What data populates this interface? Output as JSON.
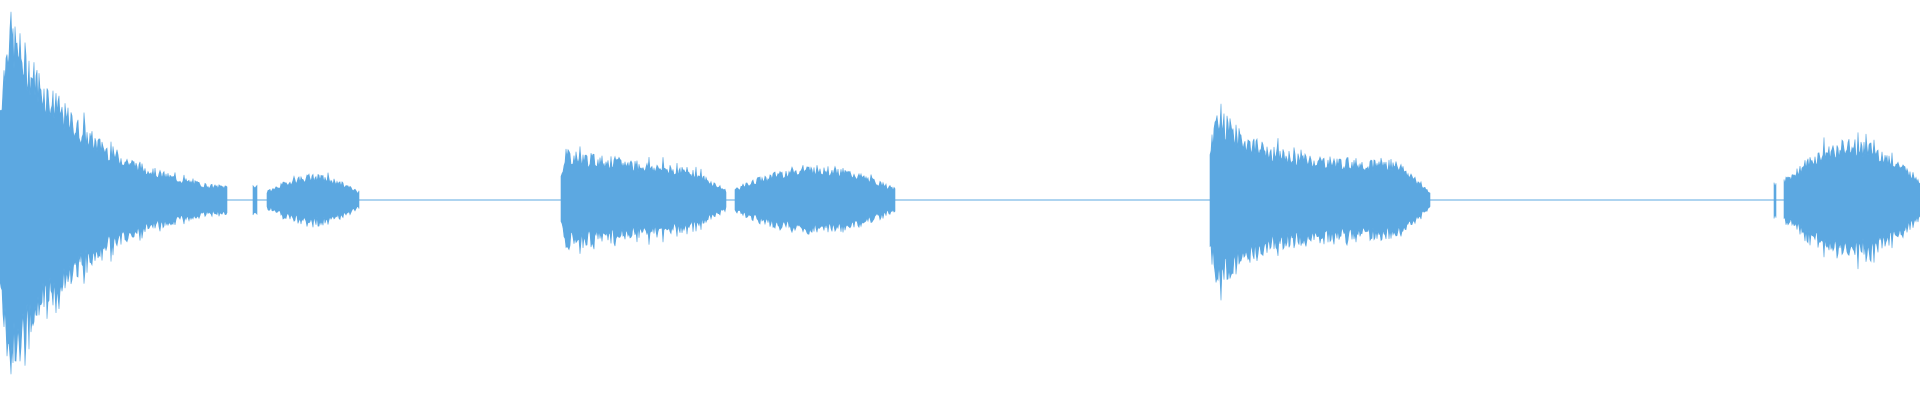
{
  "waveform": {
    "color": "#5ca8e1",
    "segments": [
      {
        "start": 0.0,
        "end": 0.118,
        "peak": 0.82,
        "shape": "decay"
      },
      {
        "start": 0.132,
        "end": 0.134,
        "peak": 0.07,
        "shape": "spike"
      },
      {
        "start": 0.139,
        "end": 0.187,
        "peak": 0.11,
        "shape": "swell"
      },
      {
        "start": 0.292,
        "end": 0.378,
        "peak": 0.23,
        "shape": "sustain"
      },
      {
        "start": 0.383,
        "end": 0.466,
        "peak": 0.15,
        "shape": "swell"
      },
      {
        "start": 0.63,
        "end": 0.745,
        "peak": 0.41,
        "shape": "decay-sustain"
      },
      {
        "start": 0.924,
        "end": 0.925,
        "peak": 0.08,
        "shape": "spike"
      },
      {
        "start": 0.929,
        "end": 1.0,
        "peak": 0.26,
        "shape": "swell"
      }
    ]
  }
}
